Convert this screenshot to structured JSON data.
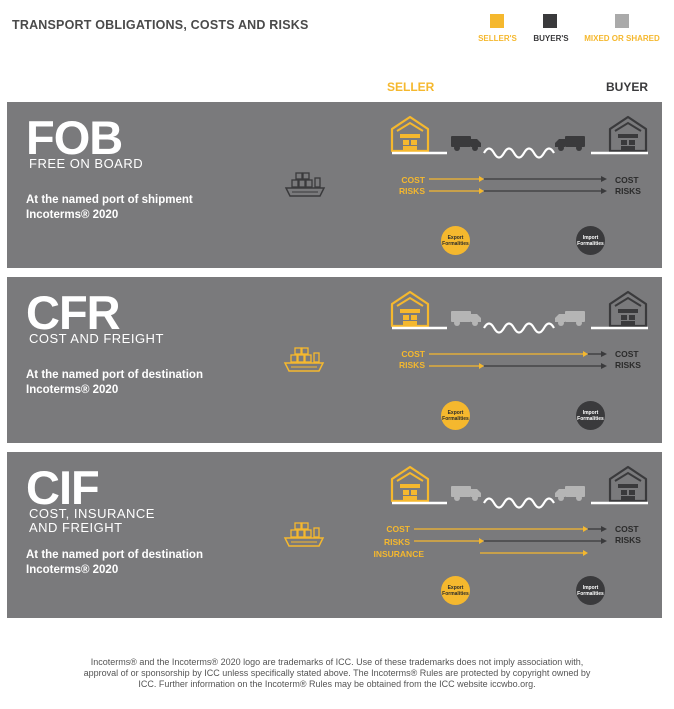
{
  "header": {
    "title": "TRANSPORT OBLIGATIONS, COSTS AND RISKS"
  },
  "legend": [
    {
      "label": "SELLER'S",
      "color": "#f5b82e"
    },
    {
      "label": "BUYER'S",
      "color": "#3a3a3c"
    },
    {
      "label": "MIXED OR SHARED",
      "color": "#aaaaaa"
    }
  ],
  "columns": {
    "seller": "SELLER",
    "buyer": "BUYER"
  },
  "colors": {
    "seller": "#f5b82e",
    "buyer": "#3a3a3c",
    "shared": "#b5b5b5",
    "panel": "#7a7a7c"
  },
  "terms": [
    {
      "code": "FOB",
      "subtitle": "FREE ON BOARD",
      "place_line1": "At the named port of shipment",
      "place_line2": "Incoterms® 2020",
      "seller_labels": [
        "COST",
        "RISKS"
      ],
      "buyer_labels": [
        "COST",
        "RISKS"
      ],
      "export_formalities": "Export Formalities",
      "import_formalities": "Import Formalities"
    },
    {
      "code": "CFR",
      "subtitle": "COST AND FREIGHT",
      "place_line1": "At the named port of destination",
      "place_line2": "Incoterms® 2020",
      "seller_labels": [
        "COST",
        "RISKS"
      ],
      "buyer_labels": [
        "COST",
        "RISKS"
      ],
      "export_formalities": "Export Formalities",
      "import_formalities": "Import Formalities"
    },
    {
      "code": "CIF",
      "subtitle_line1": "COST, INSURANCE",
      "subtitle_line2": "AND FREIGHT",
      "place_line1": "At the named port of destination",
      "place_line2": "Incoterms® 2020",
      "seller_labels": [
        "COST",
        "RISKS",
        "INSURANCE"
      ],
      "buyer_labels": [
        "COST",
        "RISKS"
      ],
      "export_formalities": "Export Formalities",
      "import_formalities": "Import Formalities"
    }
  ],
  "footer": {
    "line1": "Incoterms® and the Incoterms® 2020 logo are trademarks of ICC. Use of these trademarks does not imply association with,",
    "line2": "approval of or sponsorship by ICC unless specifically stated above. The Incoterms® Rules are protected by copyright owned by",
    "line3": "ICC. Further information on the Incoterm® Rules may be obtained from the ICC website iccwbo.org."
  }
}
